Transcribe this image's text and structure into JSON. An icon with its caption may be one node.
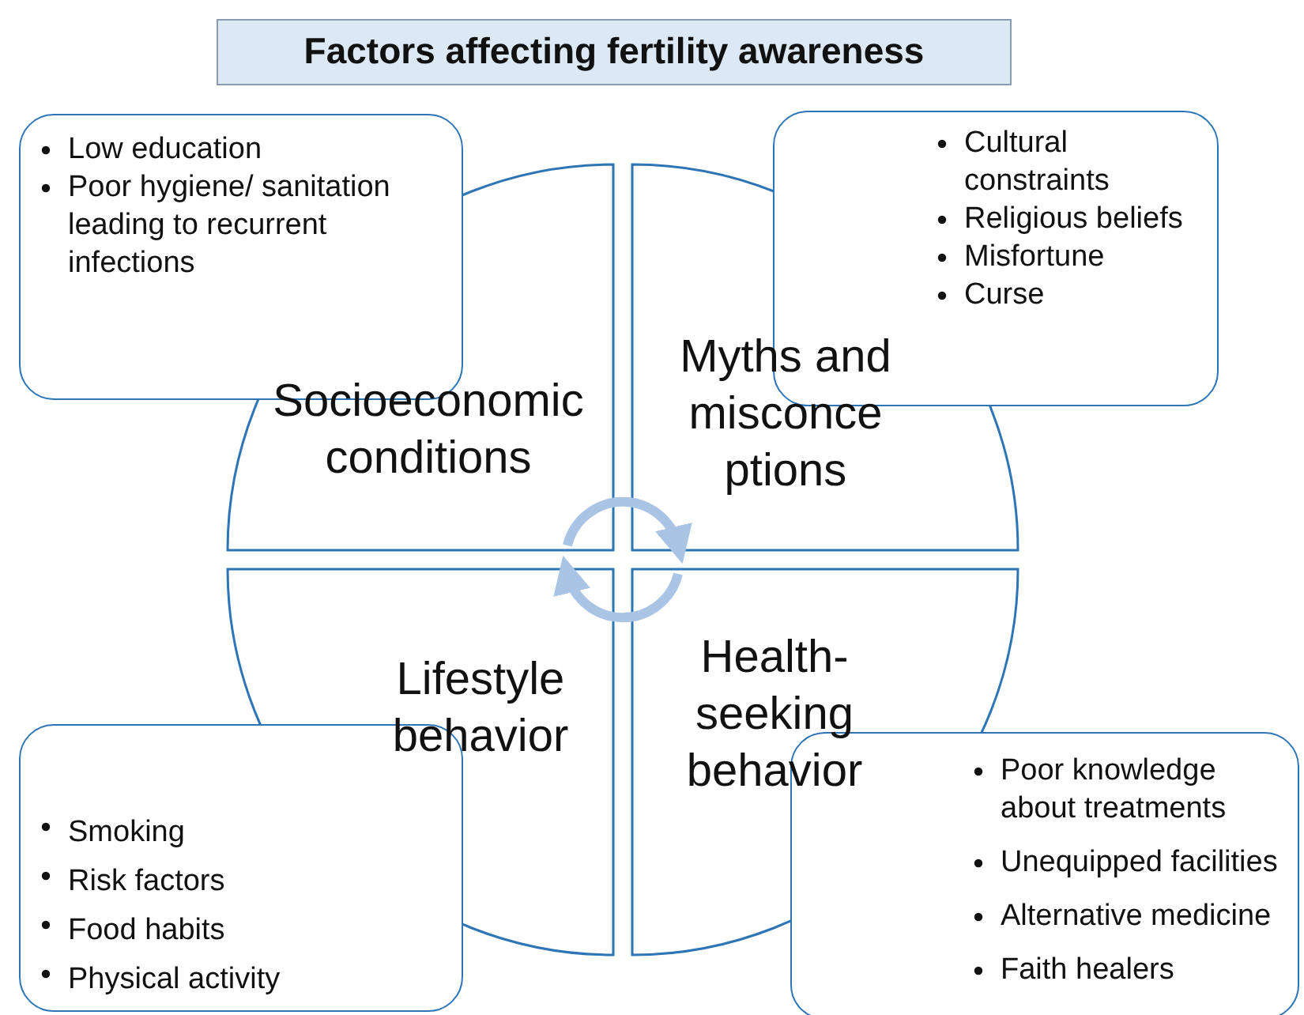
{
  "diagram": {
    "title": "Factors affecting fertility awareness",
    "nodes": [
      {
        "text": [
          "Socioeconomic conditions"
        ]
      },
      {
        "text": [
          "Myths and misconce ptions"
        ]
      },
      {
        "text": [
          "Lifestyle behavior"
        ]
      },
      {
        "text": [
          "Health-seeking behavior"
        ]
      },
      {
        "text": [
          "Low education",
          "Poor hygiene/ sanitation leading to recurrent infections"
        ]
      },
      {
        "text": [
          "Cultural constraints",
          "Religious beliefs",
          "Misfortune",
          "Curse"
        ]
      },
      {
        "text": [
          "Smoking",
          "Risk factors",
          "Food habits",
          "Physical activity"
        ]
      },
      {
        "text": [
          "Poor knowledge about treatments",
          "Unequipped facilities",
          "Alternative medicine",
          "Faith healers"
        ]
      }
    ],
    "edges": [
      {
        "from": 0,
        "to": 1,
        "arrow": "to"
      },
      {
        "from": 3,
        "to": 2,
        "arrow": "to"
      }
    ]
  }
}
